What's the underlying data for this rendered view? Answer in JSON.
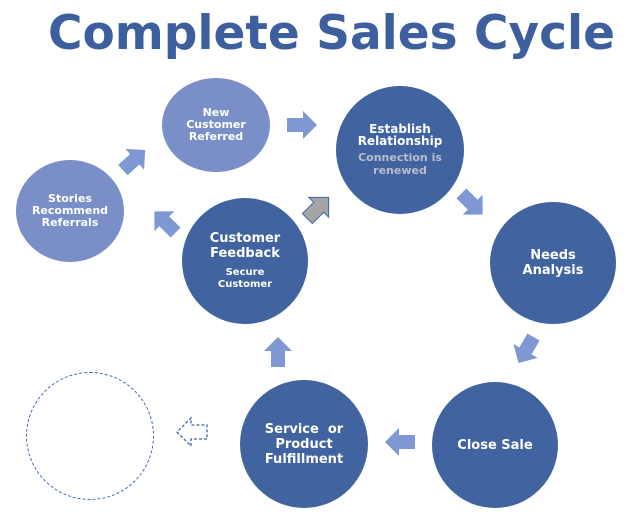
{
  "title": "Complete Sales Cycle",
  "colors": {
    "dark_node": "#4163a0",
    "light_node": "#7a8fc8",
    "arrow_fill": "#7f98d4",
    "arrow_grey": "#a5a5a5",
    "title": "#3d5f9e"
  },
  "nodes": {
    "new_customer": {
      "lines": [
        "New",
        "Customer",
        "Referred"
      ]
    },
    "establish": {
      "lines": [
        "Establish",
        "Relationship"
      ],
      "sub_lines": [
        "Connection is",
        "renewed"
      ]
    },
    "needs": {
      "lines": [
        "Needs",
        "Analysis"
      ]
    },
    "close": {
      "lines": [
        "Close Sale"
      ]
    },
    "service": {
      "lines": [
        "Service  or",
        "Product",
        "Fulfillment"
      ]
    },
    "feedback": {
      "lines": [
        "Customer",
        "Feedback"
      ],
      "sub_lines": [
        "Secure",
        "Customer"
      ]
    },
    "stories": {
      "lines": [
        "Stories",
        "Recommend",
        "Referrals"
      ]
    }
  },
  "arrows": [
    {
      "id": "stories-to-new",
      "icon": "arrow-icon"
    },
    {
      "id": "new-to-establish",
      "icon": "arrow-icon"
    },
    {
      "id": "establish-to-needs",
      "icon": "arrow-icon"
    },
    {
      "id": "needs-to-close",
      "icon": "arrow-icon"
    },
    {
      "id": "close-to-service",
      "icon": "arrow-icon"
    },
    {
      "id": "service-to-feedback",
      "icon": "arrow-icon"
    },
    {
      "id": "feedback-to-establish",
      "icon": "arrow-icon"
    },
    {
      "id": "feedback-to-stories",
      "icon": "arrow-icon"
    },
    {
      "id": "dashed-arrow",
      "icon": "dashed-arrow-icon"
    }
  ]
}
